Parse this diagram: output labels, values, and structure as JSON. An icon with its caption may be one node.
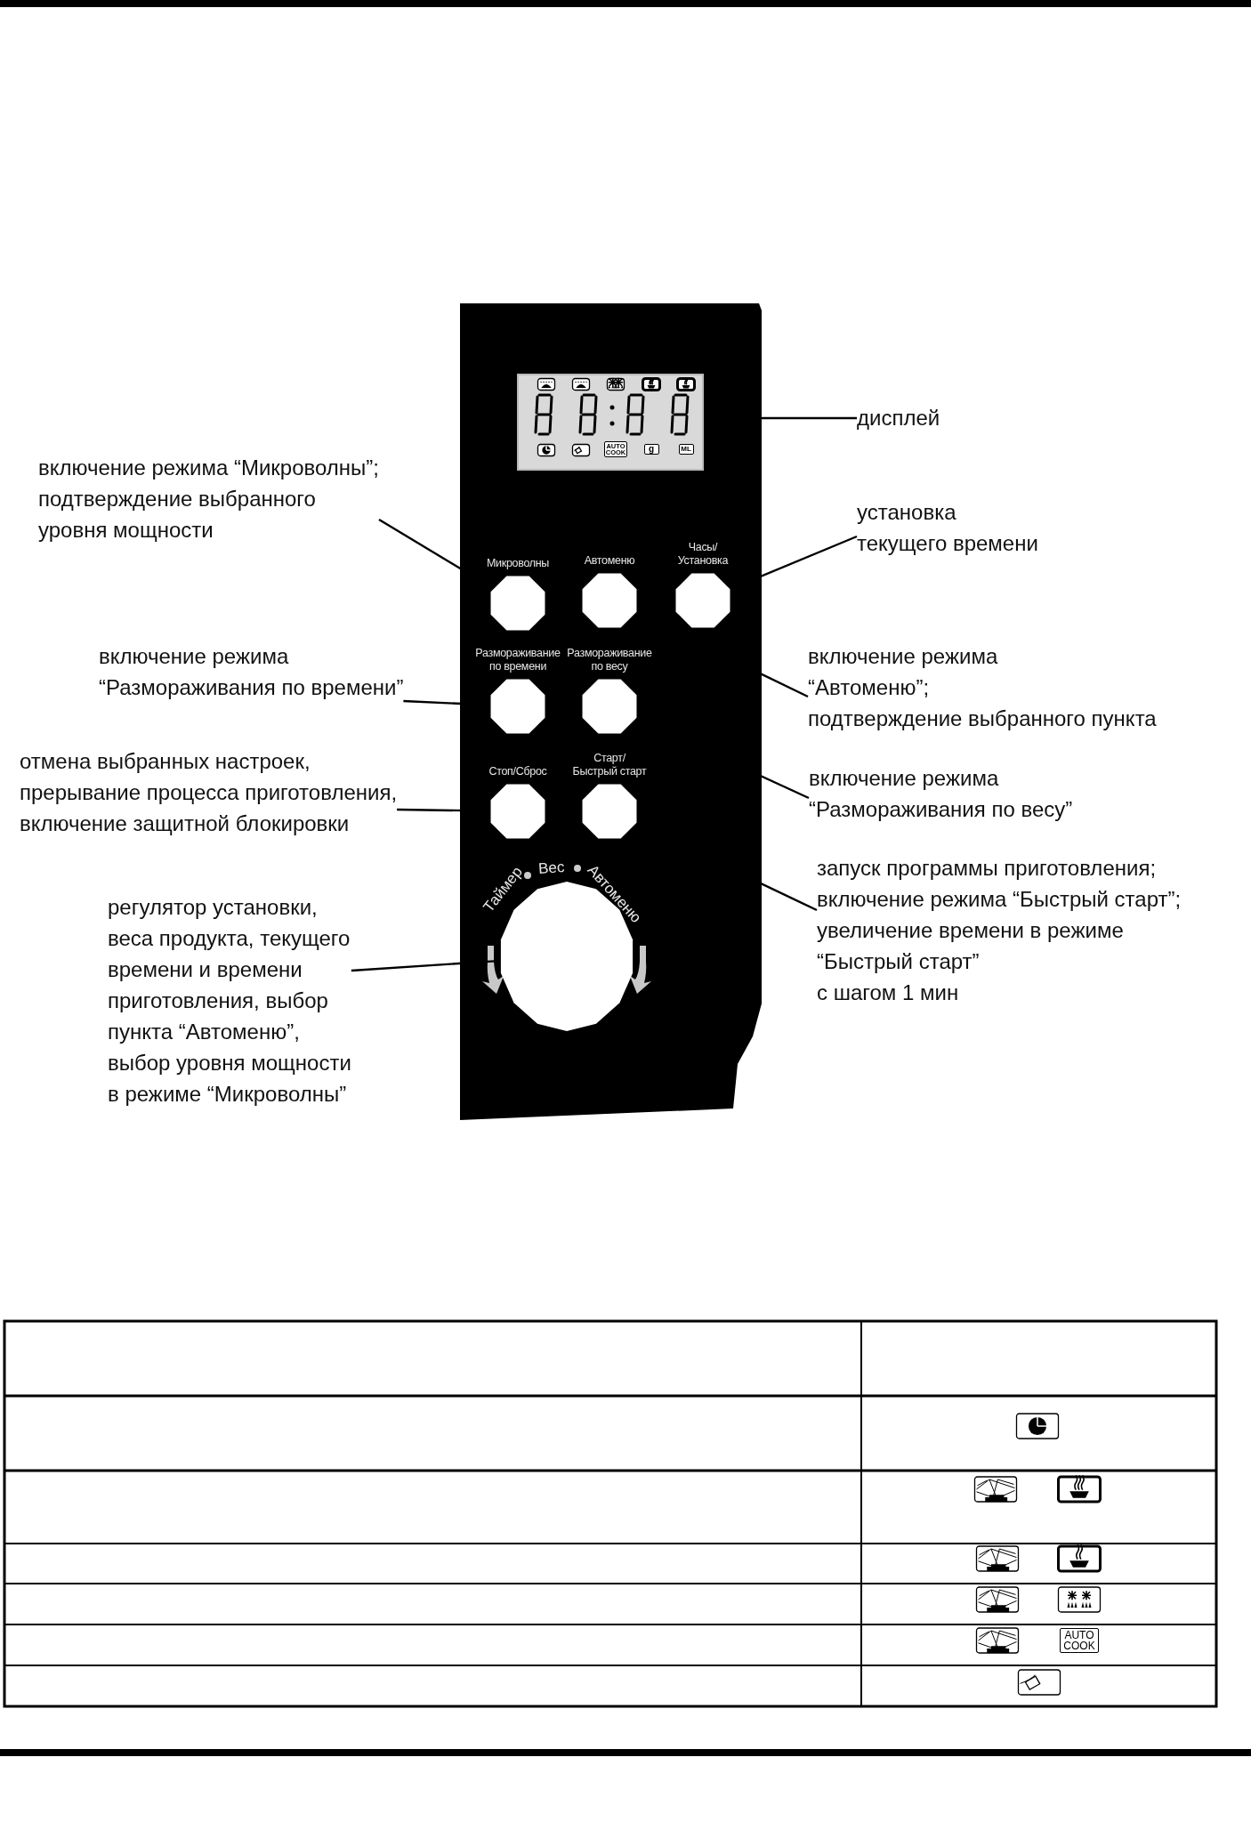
{
  "diagram": {
    "nodes": [
      {
        "text": [
          "дисплей"
        ]
      },
      {
        "text": [],
        "shape": "box"
      },
      {
        "text": [
          "включение режима “Микроволны”; подтверждение выбранного уровня мощности"
        ]
      },
      {
        "text": [
          "установка текущего времени"
        ]
      },
      {
        "text": [
          "Микроволны"
        ]
      },
      {
        "text": [
          "Автоменю"
        ]
      },
      {
        "text": [
          "Часы/ Установка"
        ]
      },
      {
        "text": [
          "включение режима “Размораживания по времени”"
        ]
      },
      {
        "text": [
          "включение режима “Автоменю”; подтверждение выбранного пункта"
        ]
      },
      {
        "text": [
          "Размораживание по времени"
        ]
      },
      {
        "text": [
          "Размораживание по весу"
        ]
      },
      {
        "text": [
          "отмена выбранных настроек, прерывание процесса приготовления, включение защитной блокировки"
        ]
      },
      {
        "text": [
          "включение режима “Размораживания по весу”"
        ]
      },
      {
        "text": [
          "Стоп/Сброс"
        ]
      },
      {
        "text": [
          "Старт/ Быстрый старт"
        ]
      },
      {
        "text": [
          "запуск программы приготовления; включение режима “Быстрый старт”; увеличение времени в режиме “Быстрый старт” с шагом 1 мин"
        ]
      },
      {
        "text": [
          "регулятор установки, веса продукта, текущего времени и времени приготовления, выбор пункта “Автоменю”, выбор уровня мощности в режиме “Микроволны”"
        ]
      },
      {
        "text": [],
        "shape": "circle"
      }
    ],
    "edges": [
      {
        "from": 0,
        "to": 1,
        "arrow": "none"
      },
      {
        "from": 2,
        "to": 4,
        "arrow": "none"
      },
      {
        "from": 3,
        "to": 6,
        "arrow": "none"
      },
      {
        "from": 8,
        "to": 5,
        "arrow": "none"
      },
      {
        "from": 7,
        "to": 9,
        "arrow": "none"
      },
      {
        "from": 12,
        "to": 10,
        "arrow": "none"
      },
      {
        "from": 11,
        "to": 13,
        "arrow": "none"
      },
      {
        "from": 15,
        "to": 14,
        "arrow": "none"
      },
      {
        "from": 16,
        "to": 17,
        "arrow": "none"
      }
    ],
    "labels": [
      "Таймер",
      "Вес",
      "Автоменю",
      "AUTO COOK",
      "g",
      "ML",
      "AUTO COOK"
    ]
  }
}
